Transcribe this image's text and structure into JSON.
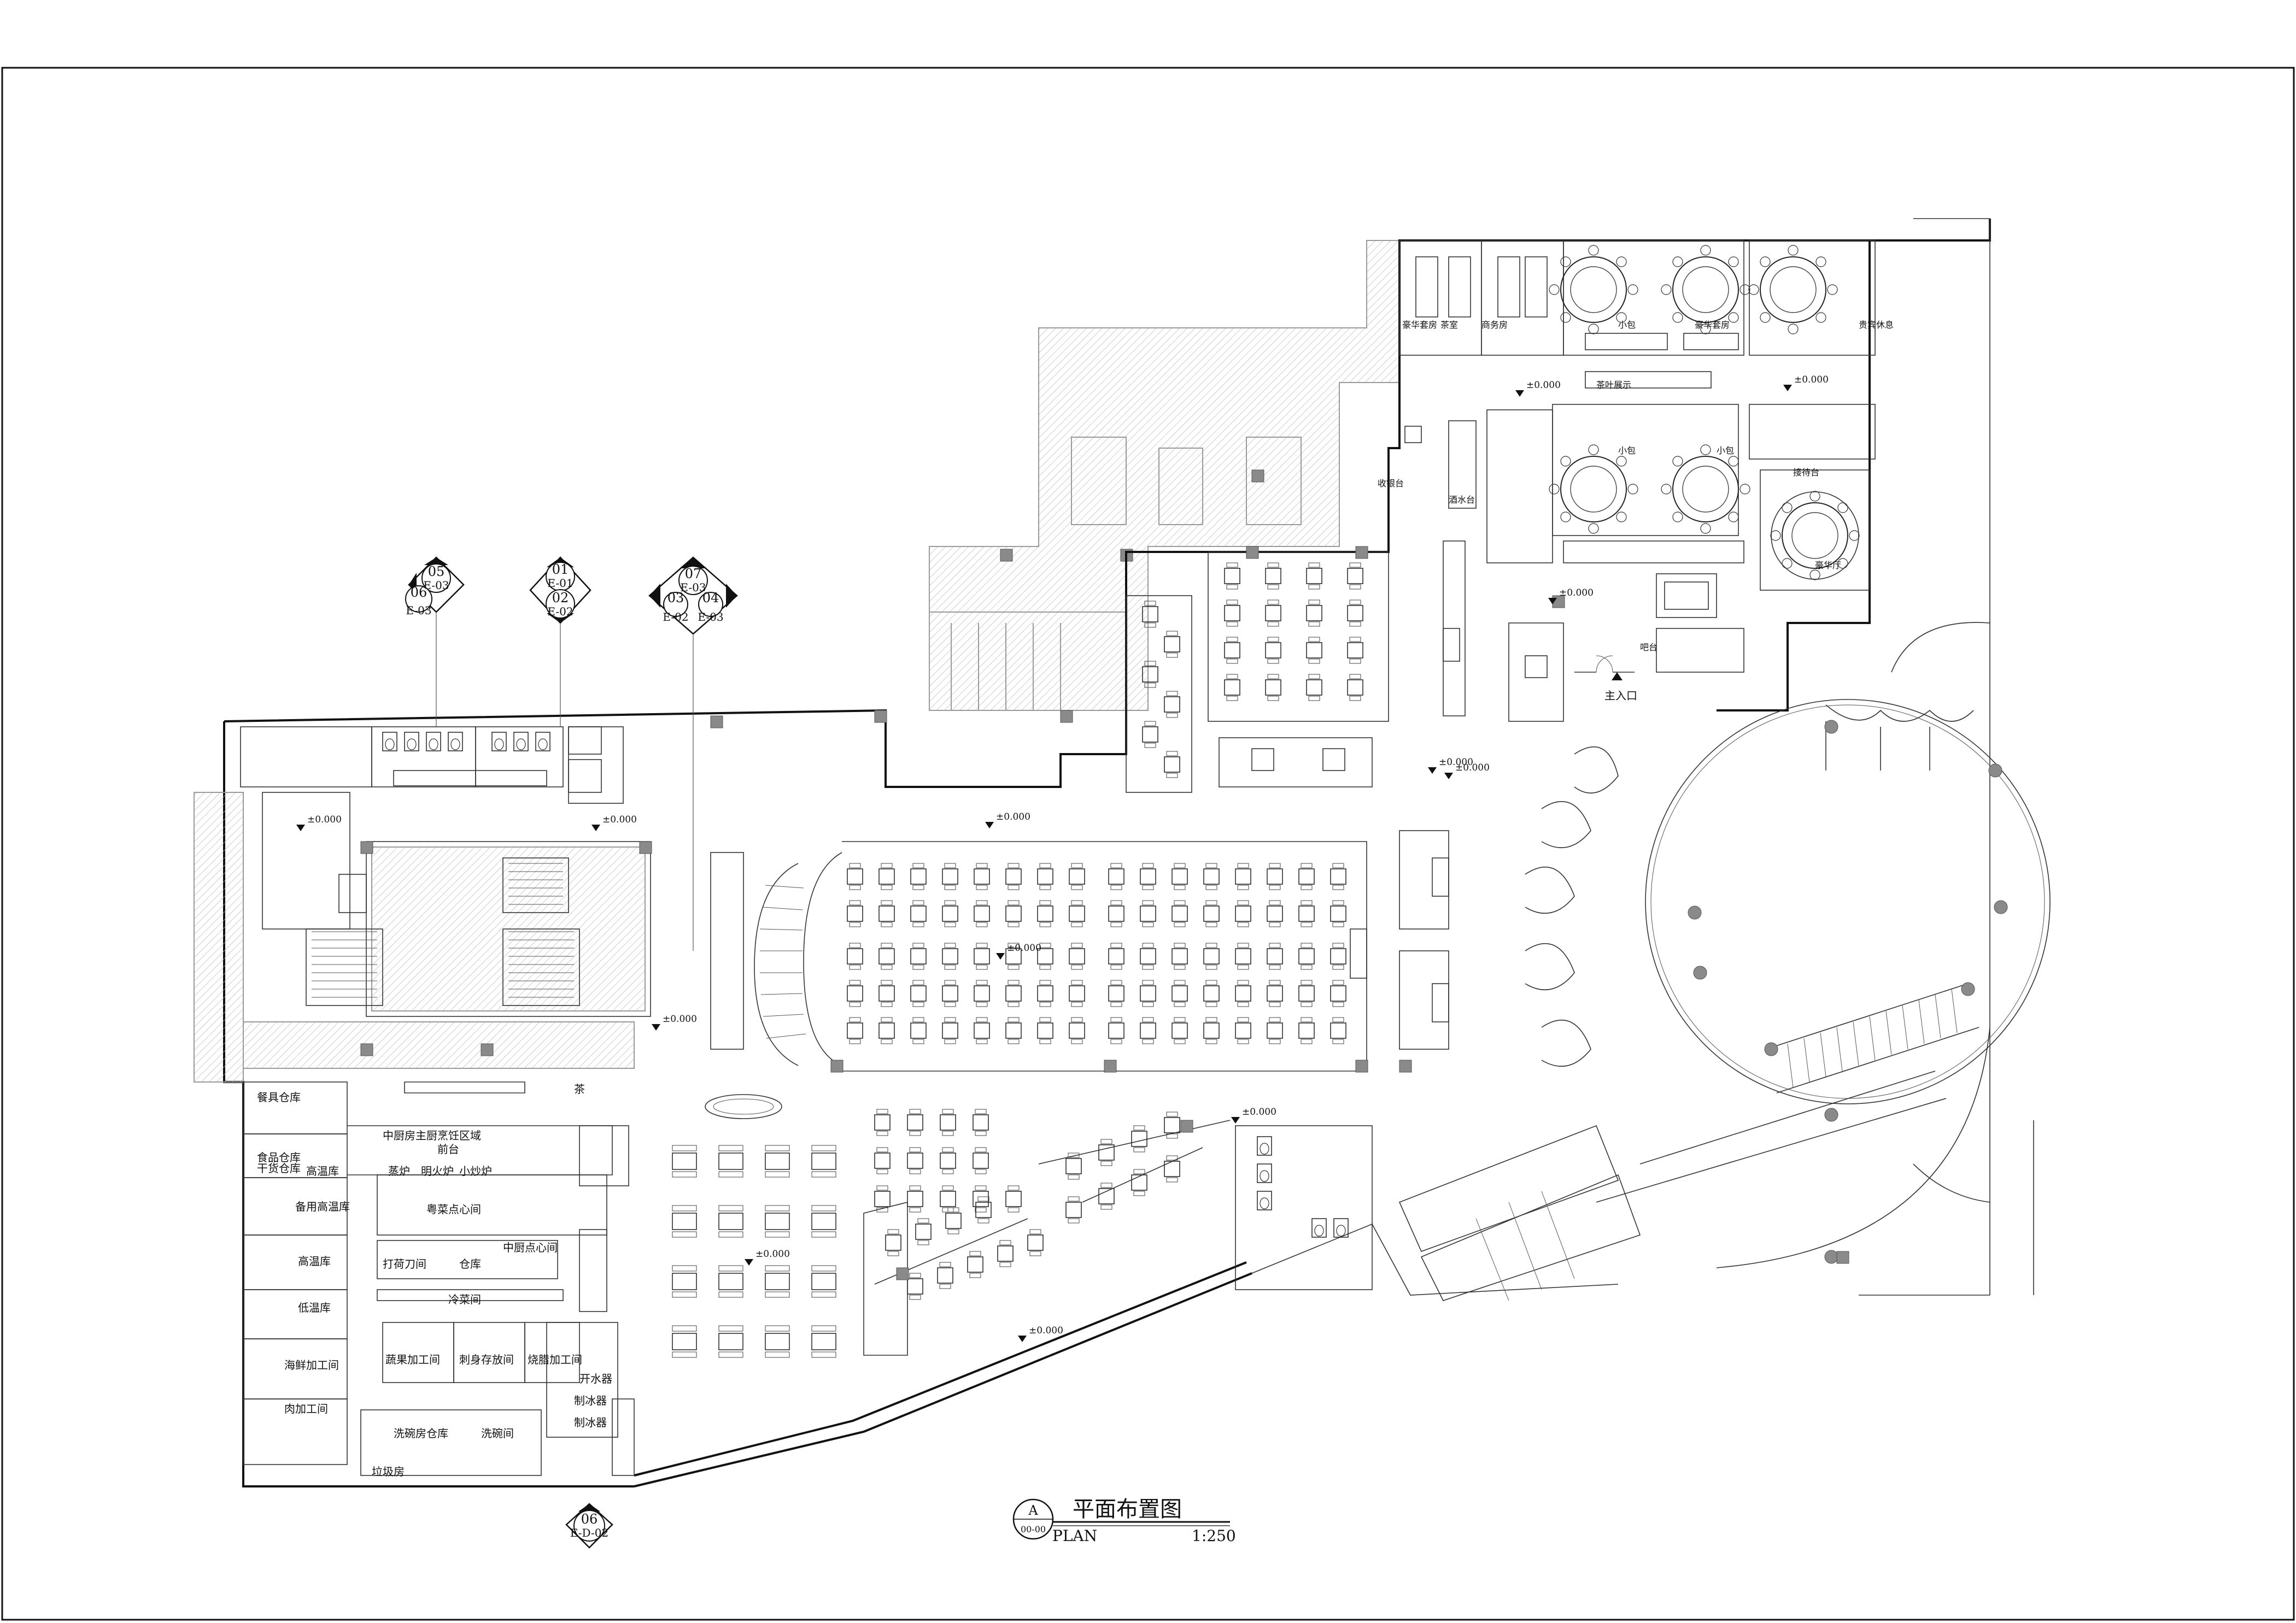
{
  "drawing": {
    "title_cn": "平面布置图",
    "title_en": "PLAN",
    "scale": "1:250",
    "ref_letter": "A",
    "ref_sheet": "00-00"
  },
  "elevation_markers": [
    {
      "top": "05",
      "top_sheet": "E-03",
      "left": "06",
      "left_sheet": "E-03"
    },
    {
      "top": "01",
      "top_sheet": "E-01",
      "bottom": "02",
      "bottom_sheet": "E-02"
    },
    {
      "top": "07",
      "top_sheet": "E-03",
      "left": "03",
      "left_sheet": "E-02",
      "right": "04",
      "right_sheet": "E-03"
    },
    {
      "top": "06",
      "top_sheet": "E-D-02"
    }
  ],
  "level_mark": "±0.000",
  "rooms": {
    "main_entrance": "主入口",
    "kitchen": [
      "餐具仓库",
      "食品仓库",
      "干货仓库",
      "高温库",
      "备用高温库",
      "高温库",
      "低温库",
      "海鲜加工间",
      "肉加工间",
      "中厨房主厨烹饪区域",
      "前台",
      "蒸炉",
      "明火炉",
      "小炒炉",
      "粤菜点心间",
      "打荷刀间",
      "仓库",
      "中厨点心间",
      "冷菜间",
      "蔬果加工间",
      "刺身存放间",
      "烧腊加工间",
      "洗碗房仓库",
      "洗碗间",
      "垃圾房",
      "开水器",
      "制冰器",
      "制冰器",
      "茶"
    ],
    "vip": [
      "豪华套房",
      "商务房",
      "茶室",
      "小包",
      "豪华套房",
      "小包",
      "小包",
      "贵宾休息",
      "接待台",
      "豪华厅",
      "吧台",
      "茶叶展示",
      "收银台",
      "酒水台"
    ]
  }
}
